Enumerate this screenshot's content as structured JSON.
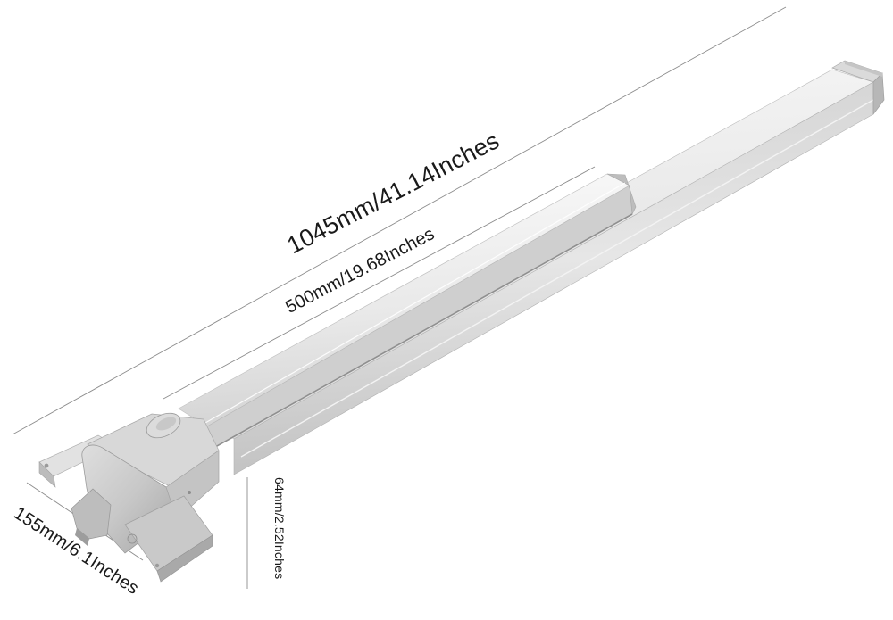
{
  "dimensions": {
    "overall_length": "1045mm/41.14Inches",
    "push_pad_length": "500mm/19.68Inches",
    "depth": "155mm/6.1Inches",
    "height": "64mm/2.52Inches"
  },
  "colors": {
    "background": "#ffffff",
    "steel_light": "#f1f1f1",
    "steel_mid": "#d3d3d3",
    "steel_dark": "#a9a9a9",
    "dimension_line": "#8c8c8c"
  }
}
